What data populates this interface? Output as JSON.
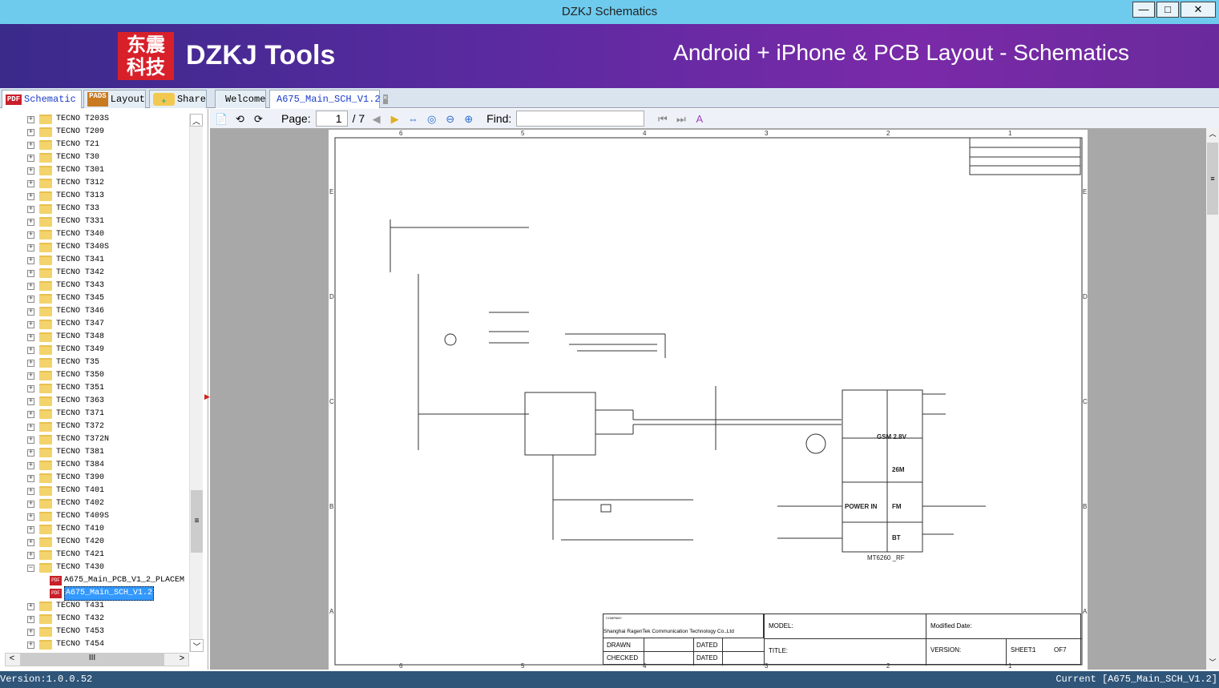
{
  "window": {
    "title": "DZKJ Schematics",
    "min": "—",
    "max": "□",
    "close": "✕"
  },
  "banner": {
    "logo": "东震科技",
    "brand": "DZKJ Tools",
    "slogan": "Android + iPhone & PCB Layout - Schematics"
  },
  "side_tabs": [
    {
      "label": "Schematic",
      "icon": "PDF"
    },
    {
      "label": "Layout",
      "icon": "PADS"
    },
    {
      "label": "Share",
      "icon": "cloud"
    }
  ],
  "doc_tabs": [
    {
      "label": "Welcome"
    },
    {
      "label": "A675_Main_SCH_V1.2"
    }
  ],
  "tree": {
    "items": [
      "TECNO T203S",
      "TECNO T209",
      "TECNO T21",
      "TECNO T30",
      "TECNO T301",
      "TECNO T312",
      "TECNO T313",
      "TECNO T33",
      "TECNO T331",
      "TECNO T340",
      "TECNO T340S",
      "TECNO T341",
      "TECNO T342",
      "TECNO T343",
      "TECNO T345",
      "TECNO T346",
      "TECNO T347",
      "TECNO T348",
      "TECNO T349",
      "TECNO T35",
      "TECNO T350",
      "TECNO T351",
      "TECNO T363",
      "TECNO T371",
      "TECNO T372",
      "TECNO T372N",
      "TECNO T381",
      "TECNO T384",
      "TECNO T390",
      "TECNO T401",
      "TECNO T402",
      "TECNO T409S",
      "TECNO T410",
      "TECNO T420",
      "TECNO T421",
      "TECNO T430"
    ],
    "children": [
      "A675_Main_PCB_V1_2_PLACEM",
      "A675_Main_SCH_V1.2"
    ],
    "after": [
      "TECNO T431",
      "TECNO T432",
      "TECNO T453",
      "TECNO T454"
    ]
  },
  "toolbar": {
    "page_label": "Page:",
    "page": "1",
    "total": "/ 7",
    "find_label": "Find:",
    "find_value": ""
  },
  "schematic": {
    "cols": [
      "6",
      "5",
      "4",
      "3",
      "2",
      "1"
    ],
    "rows": [
      "E",
      "D",
      "C",
      "B",
      "A"
    ],
    "blocks": [
      "GSM 2.8V",
      "26M",
      "POWER IN",
      "FM",
      "BT"
    ],
    "chip": "MT6260 _RF",
    "title_block": {
      "company_label": "COMPANY",
      "company": "Shanghai RagenTek Communication Technology Co.,Ltd",
      "model": "MODEL:",
      "modified": "Modified Date:",
      "drawn": "DRAWN",
      "checked": "CHECKED",
      "dated1": "DATED",
      "dated2": "DATED",
      "title": "TITLE:",
      "version": "VERSION:",
      "sheet": "SHEET:",
      "sheet_no": "1",
      "of": "OF7"
    }
  },
  "status": {
    "version": "Version:1.0.0.52",
    "current": "Current [A675_Main_SCH_V1.2]"
  }
}
